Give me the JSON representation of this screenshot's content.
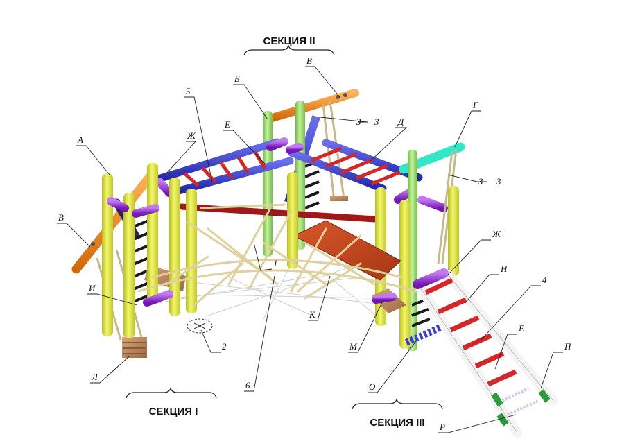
{
  "sections": {
    "one": "СЕКЦИЯ I",
    "two": "СЕКЦИЯ II",
    "three": "СЕКЦИЯ III"
  },
  "callouts": {
    "a_left": "А",
    "b_top": "Б",
    "v_top": "В",
    "v_left": "В",
    "g_right": "Г",
    "d_mid": "Д",
    "e_mid": "Е",
    "e_ramp": "Е",
    "zh_left": "Ж",
    "zh_right": "Ж",
    "z_top": "З",
    "z_right": "З",
    "i_left": "И",
    "k_mid": "К",
    "l_left": "Л",
    "m_right": "М",
    "n_ramp": "Н",
    "o_right": "О",
    "p_ramp": "П",
    "r_ramp": "Р",
    "n1": "1",
    "n2": "2",
    "n3": "3",
    "n4": "4",
    "n5": "5",
    "n6": "6"
  },
  "colors": {
    "post_yellow": "#e4ec3c",
    "post_green": "#9ee26a",
    "bar_blue": "#3a3fd0",
    "rung_red": "#d42828",
    "beam_orange": "#f08a1c",
    "cap_purple": "#9a2fd6",
    "beam_cyan": "#32e6c8",
    "ladder_black": "#1a1a1a",
    "deck_wood": "#b8825a",
    "rope": "#e6d8a8",
    "ramp_white": "#f4f4f4"
  }
}
